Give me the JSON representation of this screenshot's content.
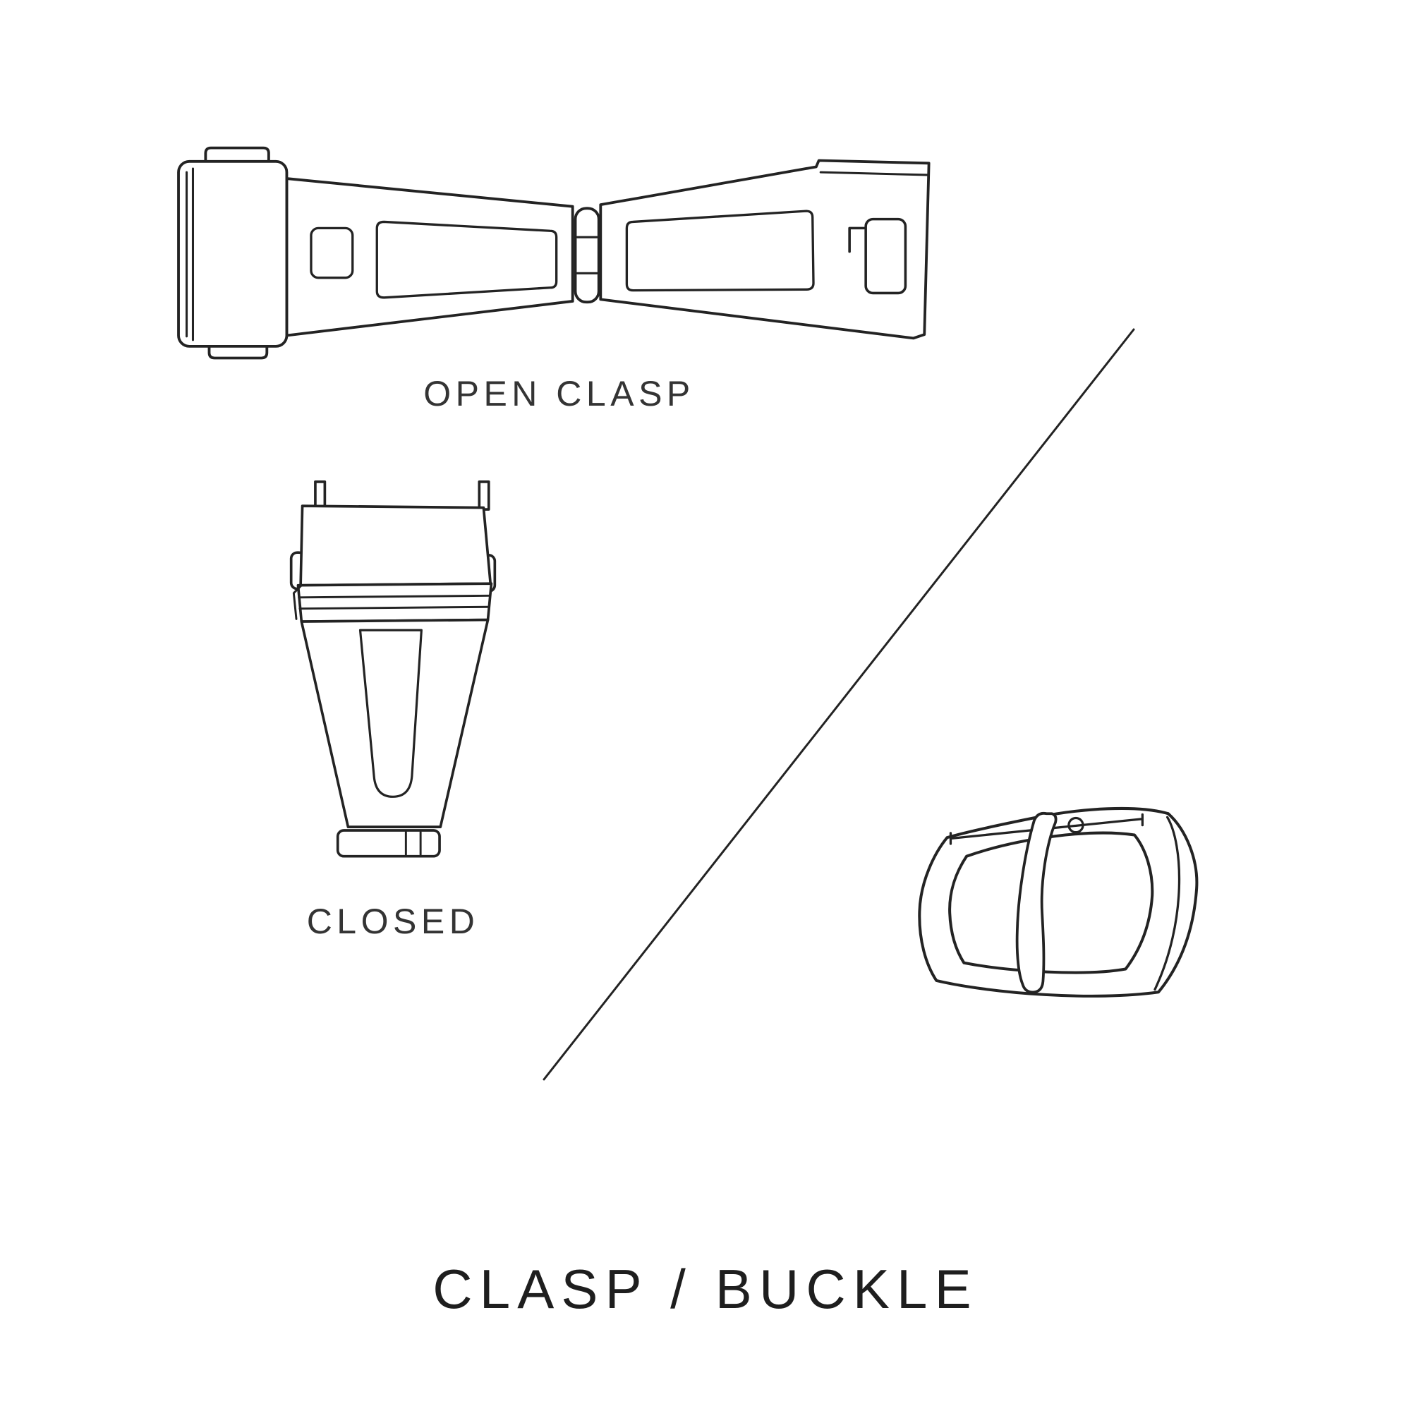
{
  "page": {
    "background_color": "#ffffff",
    "ink_color": "#232323"
  },
  "title": "CLASP / BUCKLE",
  "figures": {
    "open_clasp": {
      "label": "OPEN CLASP"
    },
    "closed_clasp": {
      "label": "CLOSED"
    }
  }
}
